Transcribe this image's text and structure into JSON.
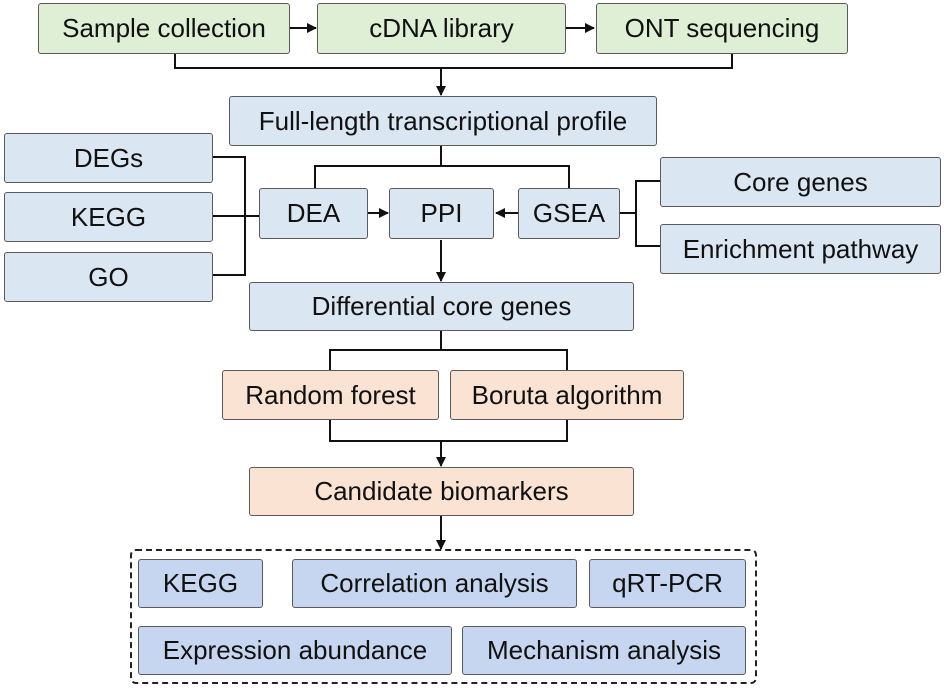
{
  "nodes": {
    "sample_collection": "Sample collection",
    "cdna_library": "cDNA library",
    "ont_sequencing": "ONT sequencing",
    "full_length_profile": "Full-length transcriptional profile",
    "degs": "DEGs",
    "kegg": "KEGG",
    "go": "GO",
    "dea": "DEA",
    "ppi": "PPI",
    "gsea": "GSEA",
    "core_genes": "Core genes",
    "enrichment_pathway": "Enrichment pathway",
    "differential_core_genes": "Differential core genes",
    "random_forest": "Random forest",
    "boruta_algorithm": "Boruta algorithm",
    "candidate_biomarkers": "Candidate biomarkers"
  },
  "validation": {
    "kegg": "KEGG",
    "correlation_analysis": "Correlation analysis",
    "qrt_pcr": "qRT-PCR",
    "expression_abundance": "Expression abundance",
    "mechanism_analysis": "Mechanism analysis"
  },
  "colors": {
    "sequencing_steps": "#deefd6",
    "analysis_steps": "#dbe6f3",
    "ml_steps": "#fbe3d4",
    "validation_steps": "#c7d6f0",
    "lines": "#111111"
  }
}
